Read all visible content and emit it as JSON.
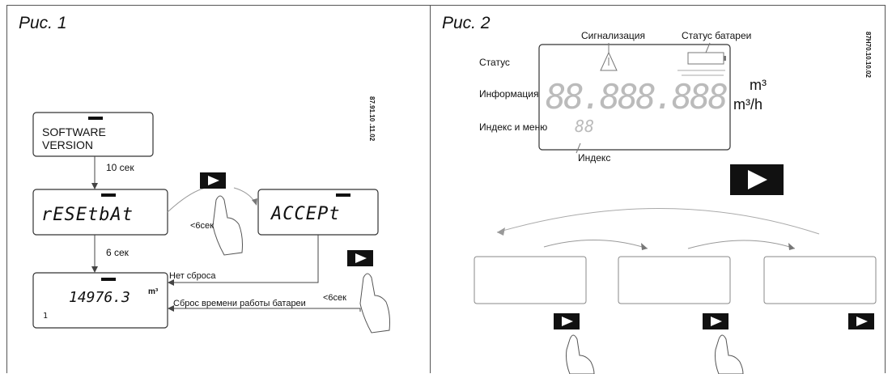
{
  "fig1": {
    "title": "Рис. 1",
    "code": "87.91.10 .11.02",
    "display_software_line1": "SOFTWARE",
    "display_software_line2": "VERSION",
    "display_reset": "rESEtbAt",
    "display_accept": "ACCEPt",
    "display_value": "14976.3",
    "display_unit": "m³",
    "display_index": "1",
    "label_10sec": "10 сек",
    "label_6sec": "6 сек",
    "label_lt6_a": "<6сек",
    "label_lt6_b": "<6сек",
    "label_no_reset": "Нет сброса",
    "label_reset_battery": "Сброс времени работы батареи"
  },
  "fig2": {
    "title": "Рис. 2",
    "code": "87H70.10.10.02",
    "label_alarm": "Сигнализация",
    "label_battery_status": "Статус батареи",
    "label_status": "Статус",
    "label_info": "Информация",
    "label_index_menu": "Индекс и меню",
    "label_index": "Индекс",
    "unit_m3": "m³",
    "unit_m3h": "m³/h",
    "lcd_digits": "88.888.888",
    "lcd_index": "88"
  }
}
